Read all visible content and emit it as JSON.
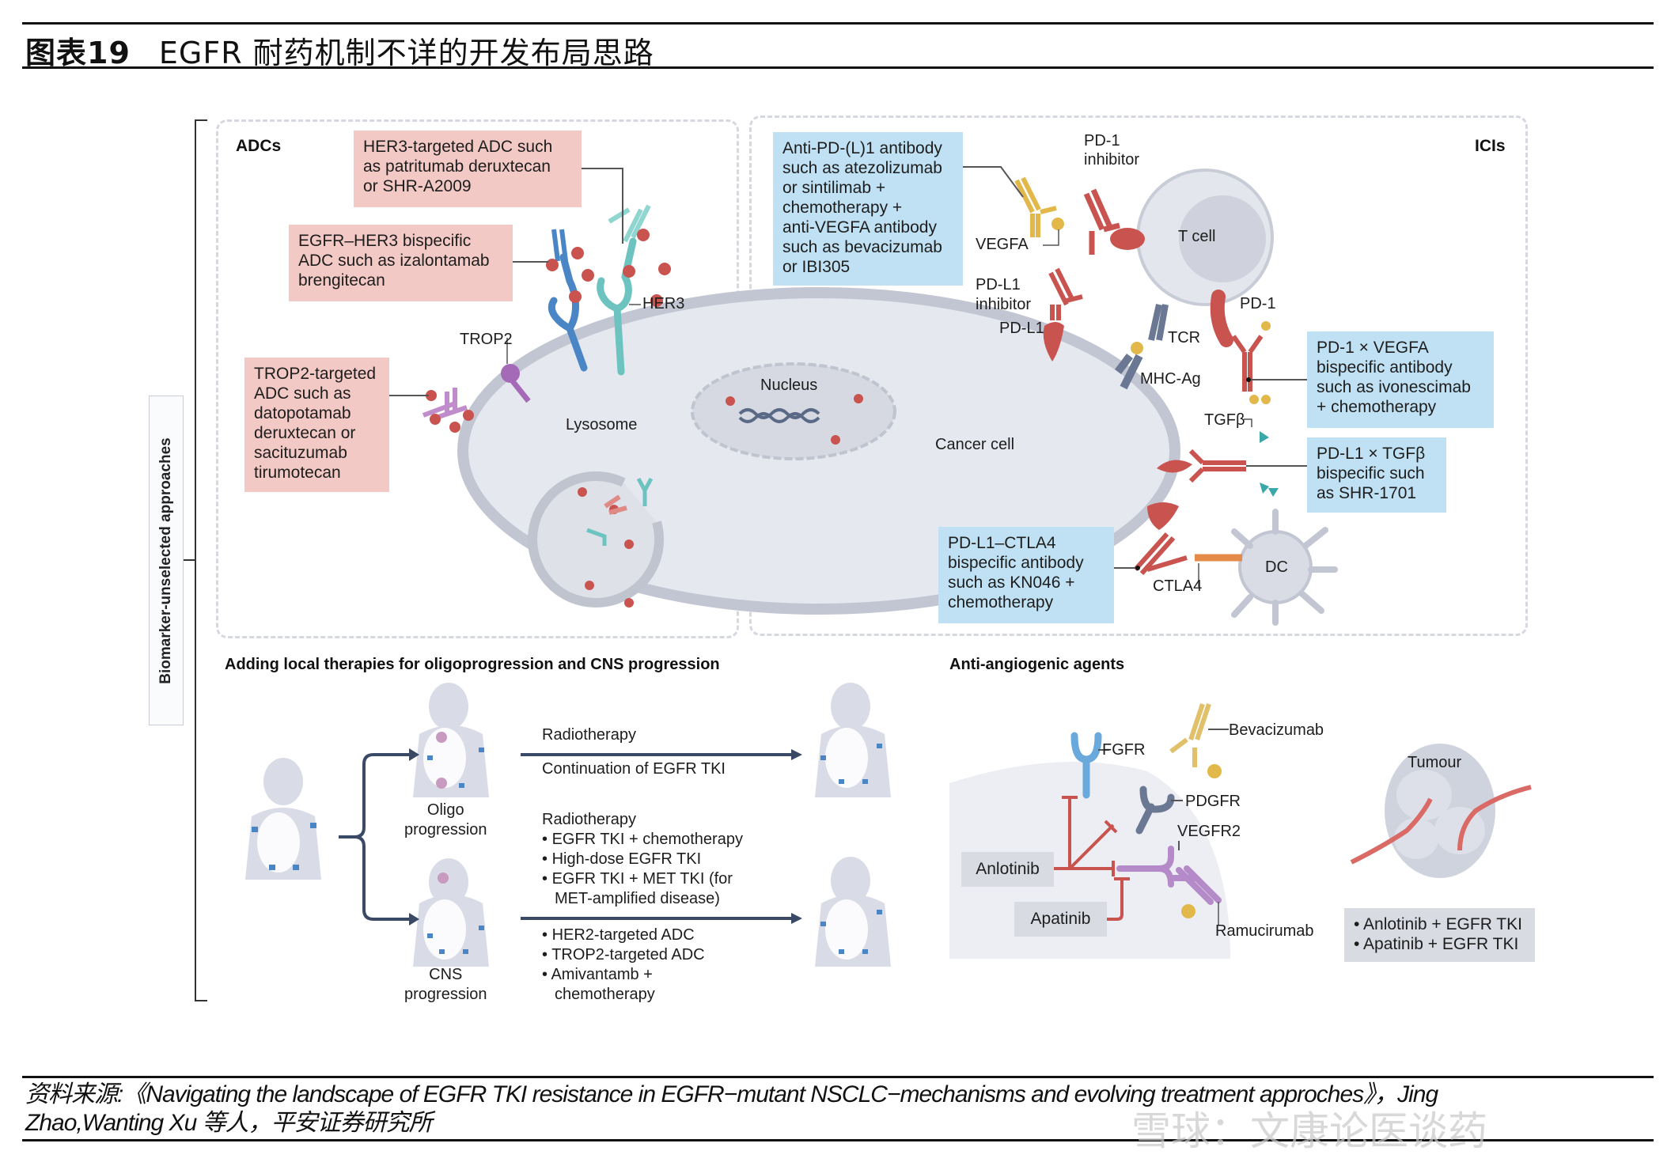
{
  "header": {
    "figure_number": "图表19",
    "title": "EGFR 耐药机制不详的开发布局思路"
  },
  "side_label": "Biomarker-unselected approaches",
  "adcs": {
    "title": "ADCs",
    "boxes": [
      {
        "lines": [
          "HER3-targeted ADC such",
          "as patritumab deruxtecan",
          "or SHR-A2009"
        ]
      },
      {
        "lines": [
          "EGFR–HER3 bispecific",
          "ADC such as izalontamab",
          "brengitecan"
        ]
      },
      {
        "lines": [
          "TROP2-targeted",
          "ADC such as",
          "datopotamab",
          "deruxtecan or",
          "sacituzumab",
          "tirumotecan"
        ]
      }
    ],
    "labels": {
      "her3": "HER3",
      "trop2": "TROP2",
      "lysosome": "Lysosome",
      "nucleus": "Nucleus",
      "cancer_cell": "Cancer cell"
    }
  },
  "icis": {
    "title": "ICIs",
    "boxes": [
      {
        "lines": [
          "Anti-PD-(L)1 antibody",
          "such as atezolizumab",
          "or sintilimab +",
          "chemotherapy +",
          "anti-VEGFA antibody",
          "such as bevacizumab",
          "or IBI305"
        ]
      },
      {
        "lines": [
          "PD-1 × VEGFA",
          "bispecific antibody",
          "such as ivonescimab",
          "+ chemotherapy"
        ]
      },
      {
        "lines": [
          "PD-L1 × TGFβ",
          "bispecific such",
          "as SHR-1701"
        ]
      },
      {
        "lines": [
          "PD-L1–CTLA4",
          "bispecific antibody",
          "such as KN046 +",
          "chemotherapy"
        ]
      }
    ],
    "labels": {
      "pd1_inhibitor_1": "PD-1",
      "pd1_inhibitor_2": "inhibitor",
      "vegfa": "VEGFA",
      "pdl1_inhibitor_1": "PD-L1",
      "pdl1_inhibitor_2": "inhibitor",
      "pdl1": "PD-L1",
      "t_cell": "T cell",
      "pd1": "PD-1",
      "tcr": "TCR",
      "mhc": "MHC-Ag",
      "tgfb": "TGFβ",
      "ctla4": "CTLA4",
      "dc": "DC"
    }
  },
  "local": {
    "title": "Adding local therapies for oligoprogression and CNS progression",
    "oligo_label": [
      "Oligo",
      "progression"
    ],
    "cns_label": [
      "CNS",
      "progression"
    ],
    "oligo_above": "Radiotherapy",
    "oligo_below": "Continuation of EGFR TKI",
    "cns_above_title": "Radiotherapy",
    "cns_above_items": [
      "EGFR TKI + chemotherapy",
      "High-dose EGFR TKI",
      "EGFR TKI + MET TKI (for",
      "MET-amplified disease)"
    ],
    "cns_below_items": [
      "HER2-targeted ADC",
      "TROP2-targeted ADC",
      "Amivantamb +",
      "chemotherapy"
    ]
  },
  "angio": {
    "title": "Anti-angiogenic agents",
    "labels": {
      "fgfr": "FGFR",
      "bevacizumab": "Bevacizumab",
      "pdgfr": "PDGFR",
      "vegfr2": "VEGFR2",
      "ramucirumab": "Ramucirumab",
      "tumour": "Tumour"
    },
    "anlotinib": "Anlotinib",
    "apatinib": "Apatinib",
    "combos": [
      "Anlotinib + EGFR TKI",
      "Apatinib + EGFR TKI"
    ]
  },
  "source": {
    "line1": "资料来源:《Navigating the landscape of EGFR TKI resistance in EGFR−mutant NSCLC−mechanisms and evolving treatment approches》，Jing",
    "line2": "Zhao,Wanting Xu 等人，平安证券研究所"
  },
  "watermark": "雪球：文康论医谈药",
  "colors": {
    "pink_box": "#f2c9c4",
    "blue_box": "#bfe1f3",
    "grey_box": "#d9dbe3",
    "red": "#c9534f",
    "cell": "#e6e8ef"
  }
}
